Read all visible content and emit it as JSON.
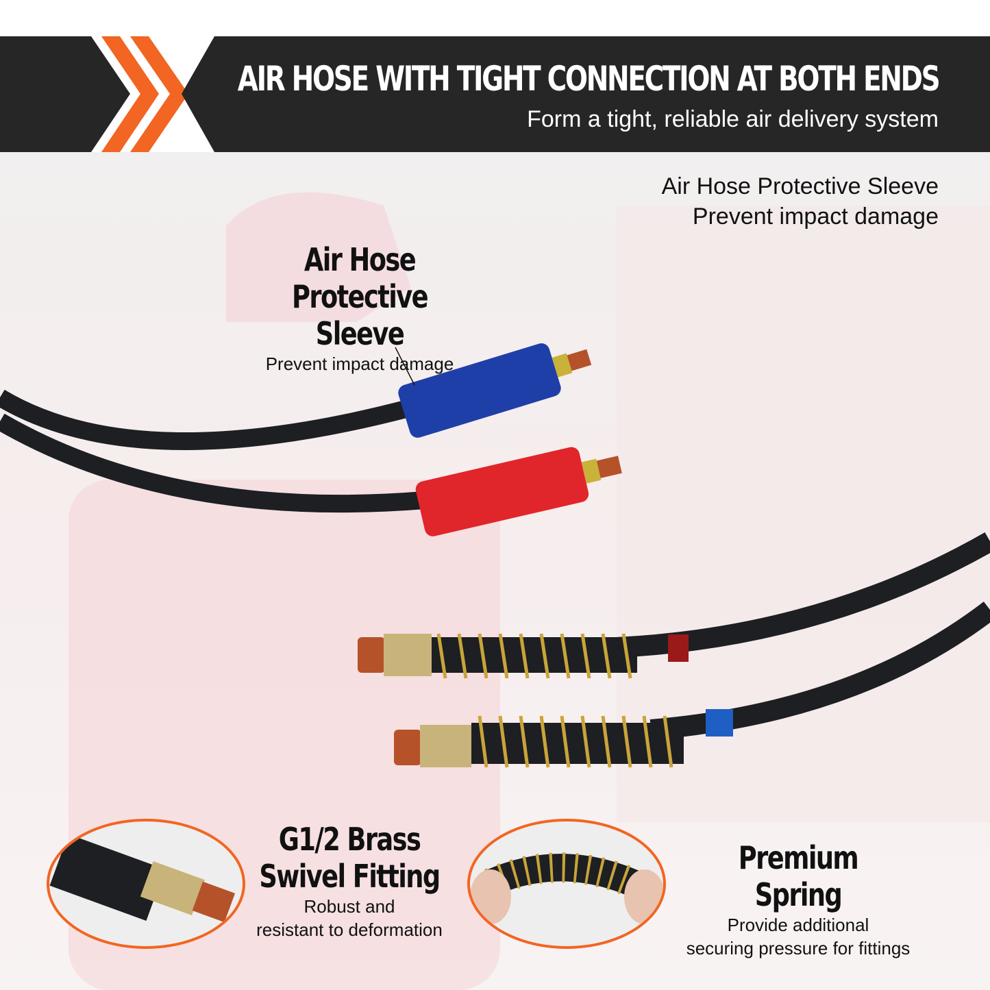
{
  "header": {
    "title": "AIR HOSE WITH TIGHT CONNECTION AT BOTH ENDS",
    "subtitle": "Form a tight, reliable air delivery system"
  },
  "side_note": {
    "line1": "Air Hose Protective Sleeve",
    "line2": "Prevent impact damage"
  },
  "callouts": {
    "sleeve": {
      "title1": "Air Hose",
      "title2": "Protective Sleeve",
      "desc": "Prevent impact damage"
    },
    "fitting": {
      "title1": "G1/2 Brass",
      "title2": "Swivel Fitting",
      "desc1": "Robust and",
      "desc2": "resistant to deformation"
    },
    "spring": {
      "title": "Premium Spring",
      "desc1": "Provide additional",
      "desc2": "securing pressure for fittings"
    }
  },
  "colors": {
    "banner": "#262626",
    "accent": "#f26522",
    "blue_sleeve": "#1f3fa8",
    "red_sleeve": "#e0262b",
    "brass": "#c9a43a"
  }
}
